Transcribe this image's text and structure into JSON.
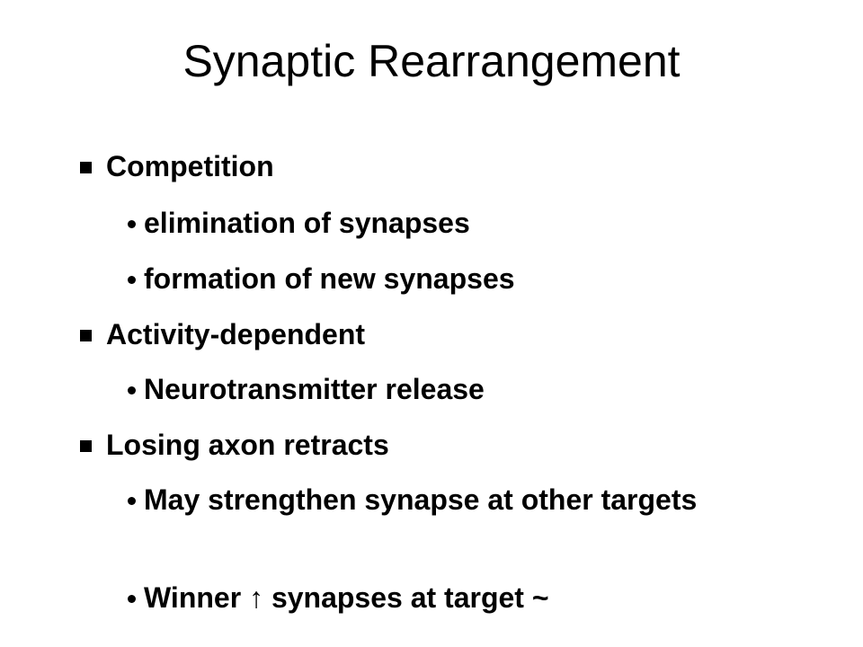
{
  "slide": {
    "title": "Synaptic Rearrangement",
    "items": [
      {
        "level": 1,
        "text": "Competition"
      },
      {
        "level": 2,
        "text": "elimination of synapses"
      },
      {
        "level": 2,
        "text": "formation of new synapses"
      },
      {
        "level": 1,
        "text": "Activity-dependent"
      },
      {
        "level": 2,
        "text": "Neurotransmitter release"
      },
      {
        "level": 1,
        "text": "Losing axon retracts"
      },
      {
        "level": 2,
        "text": "May strengthen synapse at other targets"
      },
      {
        "level": 2,
        "text_before": "Winner",
        "arrow": "↑",
        "text_after": "synapses at target ~"
      }
    ]
  },
  "icons": {
    "level1_marker": "square-bullet-icon",
    "level2_marker": "round-bullet-icon",
    "increase": "up-arrow-icon"
  }
}
